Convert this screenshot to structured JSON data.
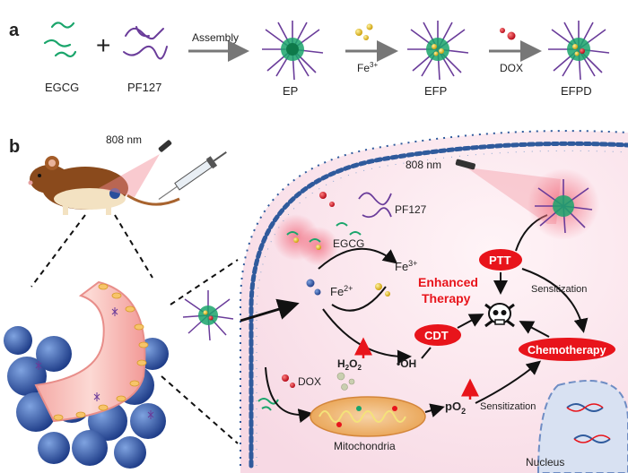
{
  "panel_a": {
    "label": "a",
    "egcg": "EGCG",
    "plus": "+",
    "pf127": "PF127",
    "assembly": "Assembly",
    "ep": "EP",
    "fe3_base": "Fe",
    "fe3_sup": "3+",
    "efp": "EFP",
    "dox": "DOX",
    "efpd": "EFPD"
  },
  "panel_b": {
    "label": "b",
    "laser_mouse": "808 nm",
    "laser_cell": "808 nm",
    "pf127": "PF127",
    "egcg": "EGCG",
    "fe3_base": "Fe",
    "fe3_sup": "3+",
    "fe2_base": "Fe",
    "fe2_sup": "2+",
    "enhanced_line1": "Enhanced",
    "enhanced_line2": "Therapy",
    "ptt": "PTT",
    "cdt": "CDT",
    "chemotherapy": "Chemotherapy",
    "sensitization_top": "Sensitization",
    "sensitization_bottom": "Sensitization",
    "h2o2_base": "H",
    "h2o2_sub1": "2",
    "h2o2_mid": "O",
    "h2o2_sub2": "2",
    "oh": "•OH",
    "po2_base": "pO",
    "po2_sub": "2",
    "dox": "DOX",
    "mitochondria": "Mitochondria",
    "nucleus": "Nucleus"
  },
  "colors": {
    "accent_red": "#e8141b",
    "egcg_green": "#1aa56b",
    "pf127_purple": "#6a3c9a",
    "membrane_blue": "#2f5a9c",
    "cell_bg": "#fbe6ee",
    "mito_fill": "#f2b77a"
  }
}
